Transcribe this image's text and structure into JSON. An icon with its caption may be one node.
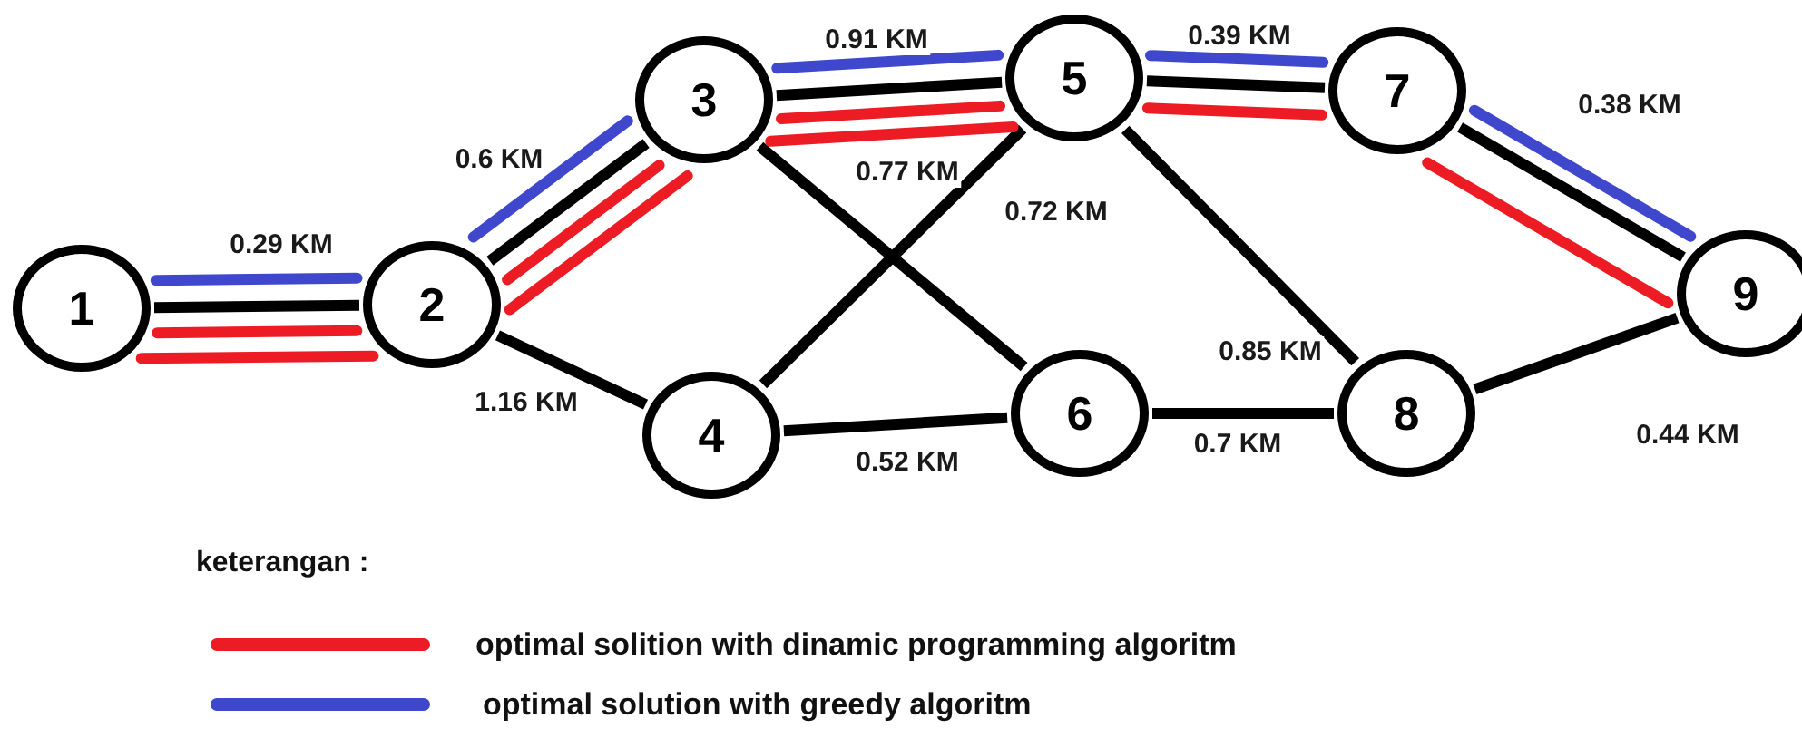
{
  "diagram": {
    "nodes": [
      {
        "text": [
          "1"
        ]
      },
      {
        "text": [
          "2"
        ]
      },
      {
        "text": [
          "3"
        ]
      },
      {
        "text": [
          "4"
        ]
      },
      {
        "text": [
          "5"
        ]
      },
      {
        "text": [
          "6"
        ]
      },
      {
        "text": [
          "7"
        ]
      },
      {
        "text": [
          "8"
        ]
      },
      {
        "text": [
          "9"
        ]
      }
    ],
    "edges": [
      {
        "from": 0,
        "to": 1,
        "arrow": "none"
      },
      {
        "from": 1,
        "to": 2,
        "arrow": "none"
      },
      {
        "from": 1,
        "to": 3,
        "arrow": "none",
        "label": "1.16 KM"
      },
      {
        "from": 2,
        "to": 4,
        "arrow": "none"
      },
      {
        "from": 2,
        "to": 5,
        "arrow": "none",
        "label": "0.77 KM"
      },
      {
        "from": 3,
        "to": 4,
        "arrow": "none",
        "label": "0.72 KM"
      },
      {
        "from": 3,
        "to": 5,
        "arrow": "none",
        "label": "0.52 KM"
      },
      {
        "from": 4,
        "to": 6,
        "arrow": "none"
      },
      {
        "from": 4,
        "to": 7,
        "arrow": "none",
        "label": "0.85 KM"
      },
      {
        "from": 5,
        "to": 7,
        "arrow": "none",
        "label": "0.7 KM"
      },
      {
        "from": 6,
        "to": 8,
        "arrow": "none",
        "label": "0.38 KM"
      },
      {
        "from": 7,
        "to": 8,
        "arrow": "none",
        "label": "0.44 KM"
      },
      {
        "from": 0,
        "to": 1,
        "arrow": "none",
        "color": "#3f48cc",
        "label": "0.29 KM"
      },
      {
        "from": 0,
        "to": 1,
        "arrow": "none",
        "color": "#ed1c24"
      },
      {
        "from": 0,
        "to": 1,
        "arrow": "none",
        "color": "#ed1c24"
      },
      {
        "from": 1,
        "to": 2,
        "arrow": "none",
        "color": "#3f48cc",
        "label": "0.6 KM"
      },
      {
        "from": 1,
        "to": 2,
        "arrow": "none",
        "color": "#ed1c24"
      },
      {
        "from": 1,
        "to": 2,
        "arrow": "none",
        "color": "#ed1c24"
      },
      {
        "from": 2,
        "to": 4,
        "arrow": "none",
        "color": "#3f48cc",
        "label": "0.91 KM"
      },
      {
        "from": 2,
        "to": 4,
        "arrow": "none",
        "color": "#ed1c24"
      },
      {
        "from": 2,
        "to": 4,
        "arrow": "none",
        "color": "#ed1c24"
      },
      {
        "from": 4,
        "to": 6,
        "arrow": "none",
        "color": "#3f48cc",
        "label": "0.39 KM"
      },
      {
        "from": 4,
        "to": 6,
        "arrow": "none",
        "color": "#ed1c24"
      },
      {
        "from": 6,
        "to": 8,
        "arrow": "none",
        "color": "#3f48cc"
      },
      {
        "from": 6,
        "to": 8,
        "arrow": "none",
        "color": "#ed1c24"
      }
    ],
    "labels": [
      "keterangan :"
    ],
    "legend": [
      {
        "text": "optimal solition with dinamic programming algoritm",
        "color": "#ed1c24"
      },
      {
        "text": "optimal solution with greedy algoritm",
        "color": "#3f48cc"
      }
    ]
  }
}
